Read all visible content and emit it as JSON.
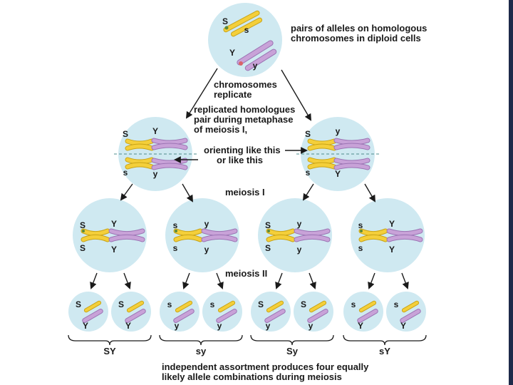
{
  "colors": {
    "cell": "#cfe9f1",
    "yellow_chromosome": "#f4cf3a",
    "yellow_outline": "#c9a416",
    "purple_chromosome": "#c8a2d8",
    "purple_outline": "#9c74b4",
    "centromere_red": "#d9636a",
    "allele_dot": "#5a8a3a",
    "arrow": "#1a1a1a",
    "plate_line": "#4d8c8c",
    "frame": "#1e2a4a"
  },
  "labels": {
    "top_note_1": "pairs of alleles on homologous",
    "top_note_2": "chromosomes in diploid cells",
    "replicate_1": "chromosomes",
    "replicate_2": "replicate",
    "pair_1": "replicated homologues",
    "pair_2": "pair during metaphase",
    "pair_3": "of meiosis I,",
    "orient_1": "orienting like this",
    "orient_2": "or like this",
    "meiosis1": "meiosis I",
    "meiosis2": "meiosis II",
    "bottom_1": "independent assortment produces four equally",
    "bottom_2": "likely allele combinations during meiosis"
  },
  "top_cell": {
    "yellow_upper": "S",
    "yellow_lower": "s",
    "purple_upper": "Y",
    "purple_lower": "y"
  },
  "meta_left": {
    "yellow_top": "S",
    "purple_top": "Y",
    "yellow_bottom": "s",
    "purple_bottom": "y"
  },
  "meta_right": {
    "yellow_top": "S",
    "purple_top": "y",
    "yellow_bottom": "s",
    "purple_bottom": "Y"
  },
  "m2_cells": [
    {
      "y_top": "S",
      "y_bot": "S",
      "p_top": "Y",
      "p_bot": "Y"
    },
    {
      "y_top": "s",
      "y_bot": "s",
      "p_top": "y",
      "p_bot": "y"
    },
    {
      "y_top": "S",
      "y_bot": "S",
      "p_top": "y",
      "p_bot": "y"
    },
    {
      "y_top": "s",
      "y_bot": "s",
      "p_top": "Y",
      "p_bot": "Y"
    }
  ],
  "gametes": [
    {
      "s": "S",
      "y": "Y"
    },
    {
      "s": "S",
      "y": "Y"
    },
    {
      "s": "s",
      "y": "y"
    },
    {
      "s": "s",
      "y": "y"
    },
    {
      "s": "S",
      "y": "y"
    },
    {
      "s": "S",
      "y": "y"
    },
    {
      "s": "s",
      "y": "Y"
    },
    {
      "s": "s",
      "y": "Y"
    }
  ],
  "combos": [
    "SY",
    "sy",
    "Sy",
    "sY"
  ]
}
